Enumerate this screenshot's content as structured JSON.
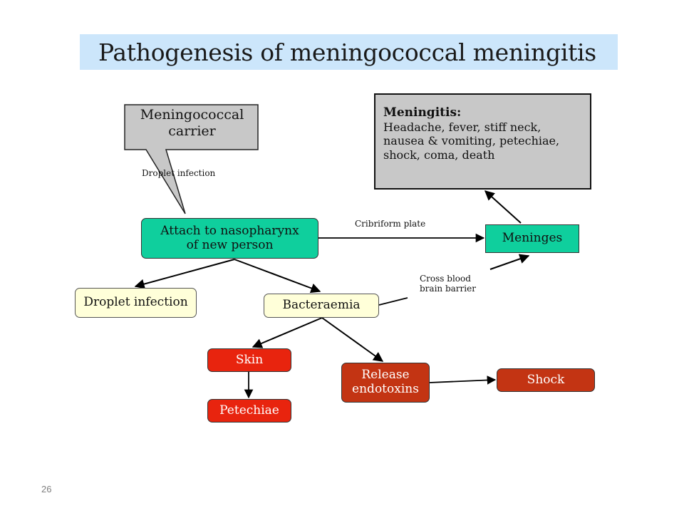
{
  "title": "Pathogenesis of meningococcal meningitis",
  "nodes": {
    "carrier": "Meningococcal\ncarrier",
    "attach": "Attach to nasopharynx\nof new person",
    "meninges": "Meninges",
    "droplet_infection": "Droplet infection",
    "bacteraemia": "Bacteraemia",
    "skin": "Skin",
    "petechiae": "Petechiae",
    "release_endotoxins": "Release\nendotoxins",
    "shock": "Shock",
    "meningitis": {
      "heading": "Meningitis:",
      "body": "Headache, fever, stiff neck,\nnausea & vomiting, petechiae,\nshock, coma, death"
    }
  },
  "edge_labels": {
    "droplet_infection": "Droplet infection",
    "cribriform_plate": "Cribriform plate",
    "cross_bbb": "Cross blood\nbrain barrier"
  },
  "page_number": "26",
  "colors": {
    "title_band": "#cce6fb",
    "teal": "#0fcf9d",
    "cream": "#ffffd9",
    "red": "#e8240e",
    "dark_red": "#c33413",
    "gray": "#c8c8c8"
  }
}
